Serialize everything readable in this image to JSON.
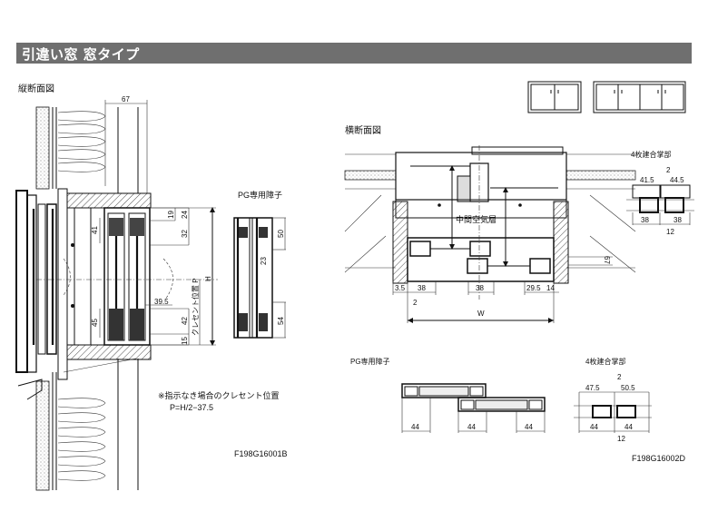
{
  "title": "引違い窓 窓タイプ",
  "vertical_section": {
    "label": "縦断面図",
    "dims": {
      "top": "67",
      "d19": "19",
      "d24": "24",
      "d32": "32",
      "h": "H",
      "d39_5": "39.5",
      "d42": "42",
      "d15": "15",
      "d41": "41",
      "d45": "45"
    },
    "crescent_label": "クレセント位置 P",
    "pg_label": "PG専用障子",
    "pg_dims": {
      "d50": "50",
      "d23": "23",
      "d54": "54"
    },
    "note_line1": "※指示なき場合のクレセント位置",
    "note_line2": "P=H/2−37.5",
    "code": "F198G16001B"
  },
  "horizontal_section": {
    "label": "横断面図",
    "air_layer": "中間空気層",
    "dims": {
      "d3_5": "3.5",
      "d38a": "38",
      "d38b": "38",
      "d29_5": "29.5",
      "d14": "14",
      "d2": "2",
      "w": "W",
      "d67": "67"
    },
    "meeting_label": "4枚建合掌部",
    "meeting_dims": {
      "d2": "2",
      "d41_5": "41.5",
      "d44_5": "44.5",
      "d38a": "38",
      "d38b": "38",
      "d12": "12"
    },
    "pg_label": "PG専用障子",
    "pg_dims": [
      "44",
      "44",
      "44"
    ],
    "meeting2_label": "4枚建合掌部",
    "meeting2_dims": {
      "d2": "2",
      "d47_5": "47.5",
      "d50_5": "50.5",
      "d44a": "44",
      "d44b": "44",
      "d12": "12"
    },
    "code": "F198G16002D"
  },
  "window_icons": {
    "two_panel": 2,
    "four_panel": 4
  }
}
